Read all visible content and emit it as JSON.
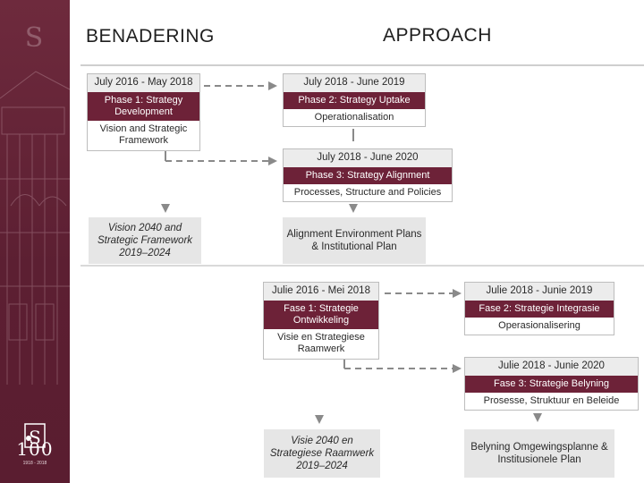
{
  "headings": {
    "left": "BENADERING",
    "right": "APPROACH"
  },
  "branding": {
    "logo_mark": "US",
    "logo_number": "100",
    "logo_caption": "1918 - 2018",
    "colors": {
      "maroon": "#6d2238",
      "sidebar": "#5c1f32",
      "grey_box": "#e6e6e6"
    }
  },
  "english": {
    "phase1": {
      "date": "July 2016 - May 2018",
      "title": "Phase 1: Strategy Development",
      "desc": "Vision and Strategic Framework"
    },
    "phase2": {
      "date": "July 2018 - June 2019",
      "title": "Phase 2: Strategy Uptake",
      "desc": "Operationalisation"
    },
    "phase3": {
      "date": "July 2018 - June 2020",
      "title": "Phase 3: Strategy Alignment",
      "desc": "Processes, Structure and Policies"
    },
    "outcome_left": "Vision 2040 and Strategic Framework 2019–2024",
    "outcome_right": "Alignment Environment Plans & Institutional Plan"
  },
  "afrikaans": {
    "phase1": {
      "date": "Julie 2016 - Mei 2018",
      "title": "Fase 1: Strategie Ontwikkeling",
      "desc": "Visie en Strategiese Raamwerk"
    },
    "phase2": {
      "date": "Julie 2018 - Junie 2019",
      "title": "Fase 2: Strategie Integrasie",
      "desc": "Operasionalisering"
    },
    "phase3": {
      "date": "Julie 2018 - Junie 2020",
      "title": "Fase 3: Strategie Belyning",
      "desc": "Prosesse, Struktuur en Beleide"
    },
    "outcome_left": "Visie 2040 en Strategiese Raamwerk 2019–2024",
    "outcome_right": "Belyning Omgewingsplanne & Institusionele Plan"
  }
}
